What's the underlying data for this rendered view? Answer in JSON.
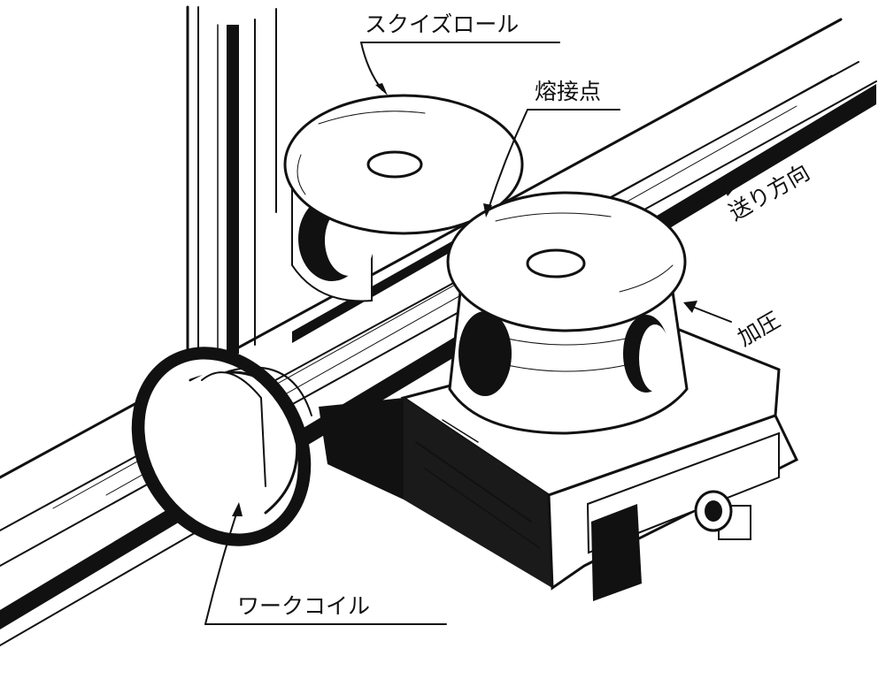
{
  "labels": {
    "squeeze_roll": "スクイズロール",
    "weld_point": "熔接点",
    "feed_direction": "送り方向",
    "pressure": "加圧",
    "work_coil": "ワークコイル"
  }
}
